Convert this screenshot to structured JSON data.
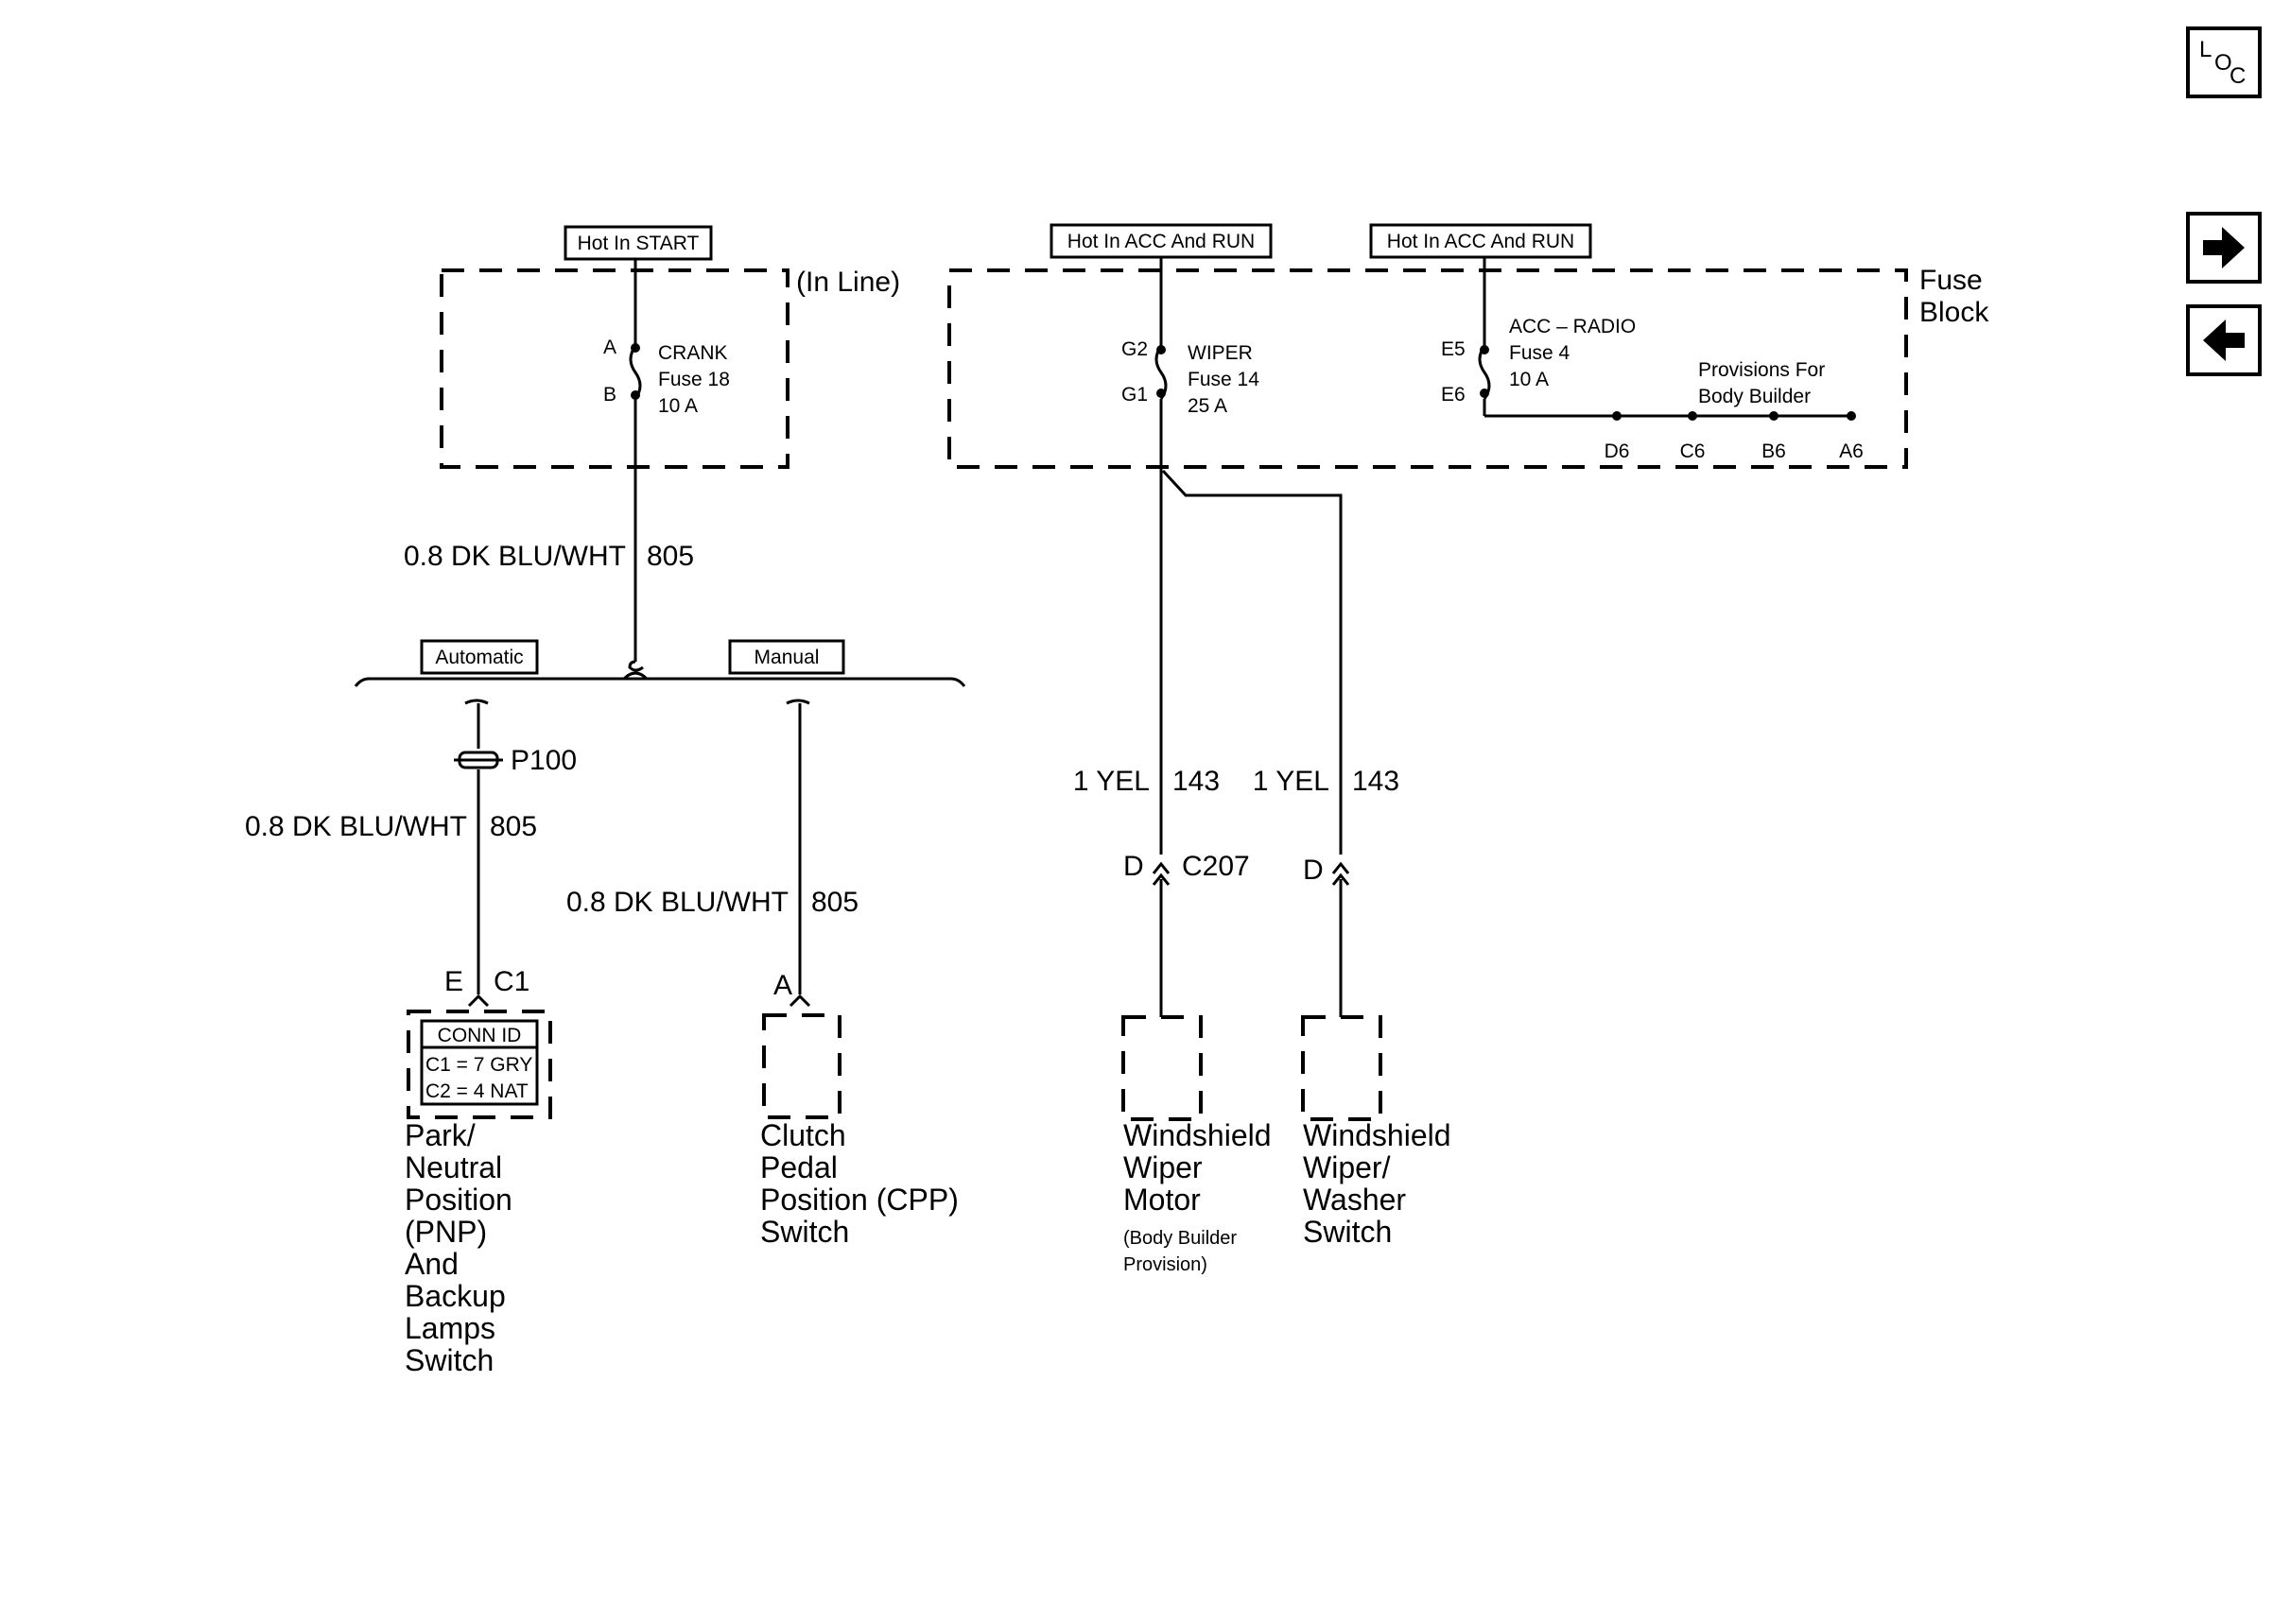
{
  "nav": {
    "loc_l": "L",
    "loc_o": "O",
    "loc_c": "C",
    "forward_icon": "arrow-right-icon",
    "back_icon": "arrow-left-icon"
  },
  "power": {
    "hot_start": "Hot In START",
    "hot_acc_run_1": "Hot In ACC And RUN",
    "hot_acc_run_2": "Hot In ACC And RUN"
  },
  "inline_fuse": {
    "label": "(In Line)",
    "pin_a": "A",
    "pin_b": "B",
    "name": "CRANK",
    "fuse": "Fuse 18",
    "rating": "10 A"
  },
  "fuse_block": {
    "title_1": "Fuse",
    "title_2": "Block",
    "wiper": {
      "pin_top": "G2",
      "pin_bot": "G1",
      "name": "WIPER",
      "fuse": "Fuse 14",
      "rating": "25 A"
    },
    "acc": {
      "pin_top": "E5",
      "pin_bot": "E6",
      "name": "ACC – RADIO",
      "fuse": "Fuse 4",
      "rating": "10 A"
    },
    "provisions_1": "Provisions For",
    "provisions_2": "Body Builder",
    "pins": [
      "D6",
      "C6",
      "B6",
      "A6"
    ]
  },
  "wires": {
    "crank_out": {
      "gauge": "0.8 DK BLU/WHT",
      "circuit": "805"
    },
    "pnp": {
      "gauge": "0.8 DK BLU/WHT",
      "circuit": "805"
    },
    "cpp": {
      "gauge": "0.8 DK BLU/WHT",
      "circuit": "805"
    },
    "wiper_motor": {
      "gauge": "1 YEL",
      "circuit": "143"
    },
    "wiper_switch": {
      "gauge": "1 YEL",
      "circuit": "143"
    }
  },
  "options": {
    "automatic": "Automatic",
    "manual": "Manual"
  },
  "connectors": {
    "p100": "P100",
    "pnp_pin": "E",
    "pnp_conn": "C1",
    "cpp_pin": "A",
    "c207": "C207",
    "c207_pin": "D",
    "switch_pin": "D"
  },
  "conn_id": {
    "title": "CONN ID",
    "row1": "C1 = 7 GRY",
    "row2": "C2 = 4 NAT"
  },
  "components": {
    "pnp": [
      "Park/",
      "Neutral",
      "Position",
      "(PNP)",
      "And",
      "Backup",
      "Lamps",
      "Switch"
    ],
    "cpp": [
      "Clutch",
      "Pedal",
      "Position (CPP)",
      "Switch"
    ],
    "wiper_motor": [
      "Windshield",
      "Wiper",
      "Motor"
    ],
    "wiper_motor_note": [
      "(Body Builder",
      "Provision)"
    ],
    "wiper_switch": [
      "Windshield",
      "Wiper/",
      "Washer",
      "Switch"
    ]
  }
}
